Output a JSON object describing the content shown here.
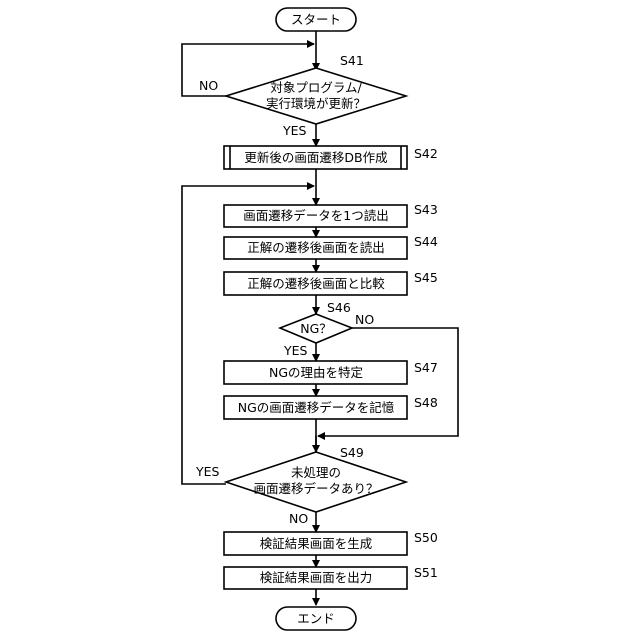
{
  "terminals": {
    "start": "スタート",
    "end": "エンド"
  },
  "steps": {
    "s41": {
      "id": "S41",
      "line1": "対象プログラム/",
      "line2": "実行環境が更新？"
    },
    "s42": {
      "id": "S42",
      "text": "更新後の画面遷移DB作成"
    },
    "s43": {
      "id": "S43",
      "text": "画面遷移データを1つ読出"
    },
    "s44": {
      "id": "S44",
      "text": "正解の遷移後画面を読出"
    },
    "s45": {
      "id": "S45",
      "text": "正解の遷移後画面と比較"
    },
    "s46": {
      "id": "S46",
      "text": "NG？"
    },
    "s47": {
      "id": "S47",
      "text": "NGの理由を特定"
    },
    "s48": {
      "id": "S48",
      "text": "NGの画面遷移データを記憶"
    },
    "s49": {
      "id": "S49",
      "line1": "未処理の",
      "line2": "画面遷移データあり？"
    },
    "s50": {
      "id": "S50",
      "text": "検証結果画面を生成"
    },
    "s51": {
      "id": "S51",
      "text": "検証結果画面を出力"
    }
  },
  "branch_labels": {
    "s41_no": "NO",
    "s41_yes": "YES",
    "s46_no": "NO",
    "s46_yes": "YES",
    "s49_yes": "YES",
    "s49_no": "NO"
  }
}
